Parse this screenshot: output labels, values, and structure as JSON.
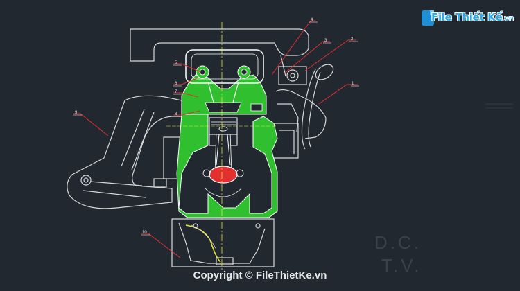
{
  "logo": {
    "brand": "File Thiết Kế",
    "tld": ".vn"
  },
  "footer": {
    "copyright": "Copyright © FileThietKe.vn"
  },
  "watermark": {
    "line1": "D.C.",
    "line2": "T.V."
  },
  "callouts": {
    "c1": "1",
    "c2": "2",
    "c3": "3",
    "c4": "4",
    "c5": "5",
    "c6": "6",
    "c7": "7",
    "c8": "8",
    "c9": "9",
    "c10": "10"
  },
  "colors": {
    "background": "#212830",
    "fill": "#2fbf2f",
    "line": "#ffffff",
    "leader": "#e03030",
    "axis": "#e8e830",
    "piston_pin": "#e23030"
  }
}
